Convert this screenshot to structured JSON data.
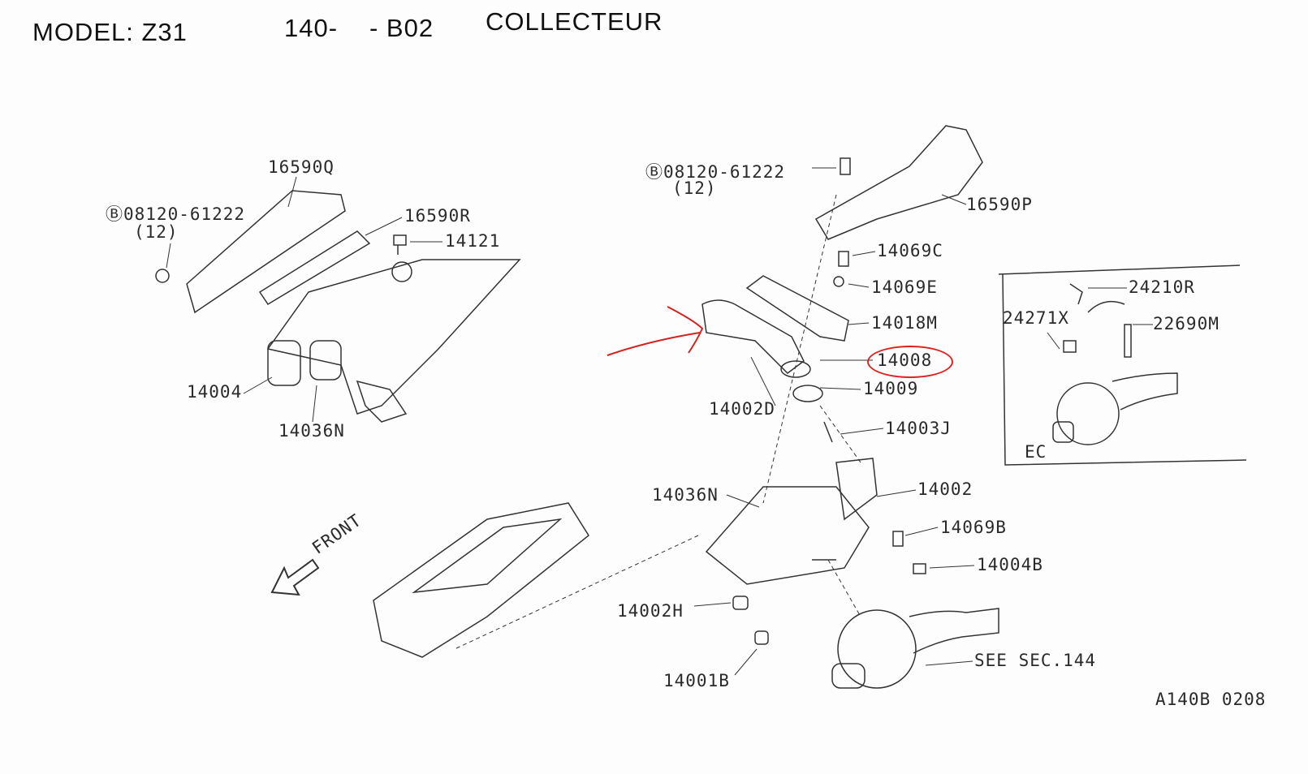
{
  "header": {
    "model": "MODEL: Z31",
    "section": "140-",
    "group": "- B02",
    "title": "COLLECTEUR"
  },
  "left_group": {
    "p16590Q": "16590Q",
    "bolt": "Ⓑ08120-61222",
    "bolt_qty": "(12)",
    "p16590R": "16590R",
    "p14121": "14121",
    "p14004": "14004",
    "p14036N": "14036N"
  },
  "center_group": {
    "bolt": "Ⓑ08120-61222",
    "bolt_qty": "(12)",
    "p16590P": "16590P",
    "p14069C": "14069C",
    "p14069E": "14069E",
    "p14018M": "14018M",
    "p14008": "14008",
    "p14009": "14009",
    "p14002D": "14002D",
    "p14003J": "14003J",
    "p14036N": "14036N",
    "p14002": "14002",
    "p14069B": "14069B",
    "p14004B": "14004B",
    "p14002H": "14002H",
    "see_sec": "SEE SEC.144",
    "p14001B": "14001B"
  },
  "ec_box": {
    "p24210R": "24210R",
    "p24271X": "24271X",
    "p22690M": "22690M",
    "label": "EC"
  },
  "front_label": "FRONT",
  "figure_code": "A140B 0208",
  "colors": {
    "annotation": "#d22222",
    "ink": "#2a2a2a"
  }
}
